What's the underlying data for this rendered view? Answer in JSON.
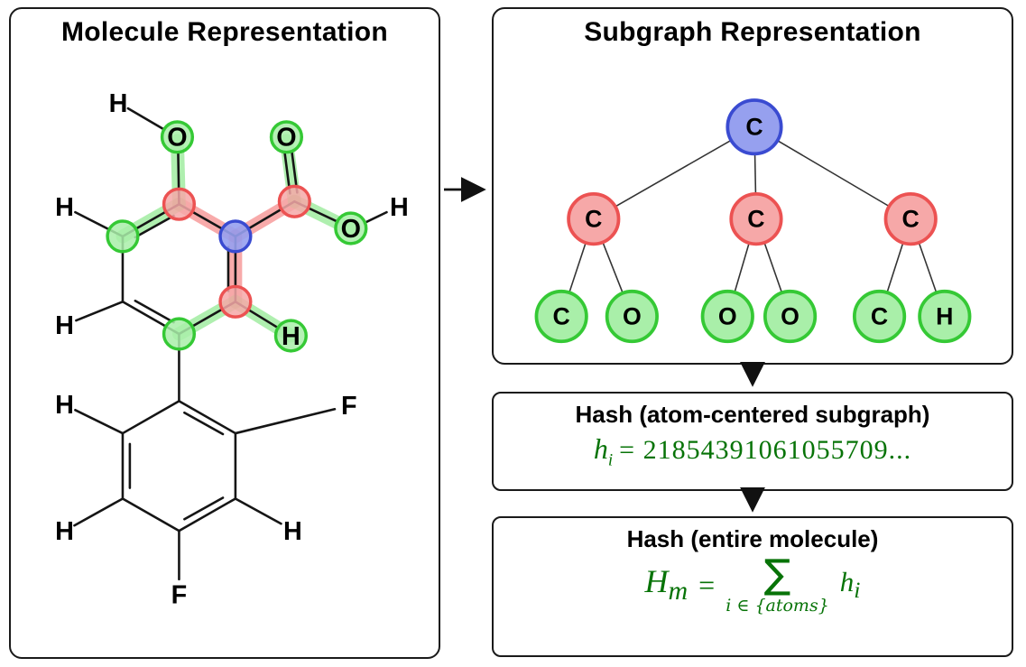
{
  "colors": {
    "highlight_green": "#35c935",
    "highlight_green_fill": "#a9efa9",
    "highlight_red": "#ec5252",
    "highlight_red_fill": "#f6a8a8",
    "highlight_blue": "#3a4bd1",
    "highlight_blue_fill": "#96a0ef",
    "bond_highlight_green": "rgba(110,225,110,0.55)",
    "bond_highlight_red": "rgba(242,100,100,0.55)",
    "formula_green": "#077307"
  },
  "molecule_panel": {
    "title": "Molecule Representation",
    "atom_labels": {
      "hydroxyl_h": "H",
      "hydroxyl_o": "O",
      "carbonyl_o": "O",
      "acid_o": "O",
      "acid_h": "H",
      "ring1_h_left_top": "H",
      "ring1_h_left_bottom": "H",
      "ring1_h_right": "H",
      "ring2_h_left_top": "H",
      "ring2_f_right": "F",
      "ring2_h_left_bottom": "H",
      "ring2_h_right_bottom": "H",
      "ring2_f_bottom": "F"
    }
  },
  "subgraph_panel": {
    "title": "Subgraph Representation",
    "tree": {
      "root": "C",
      "children": [
        "C",
        "C",
        "C"
      ],
      "leaves": [
        "C",
        "O",
        "O",
        "O",
        "C",
        "H"
      ]
    }
  },
  "hash_subgraph_box": {
    "title": "Hash (atom-centered subgraph)",
    "formula_var": "h",
    "formula_sub": "i",
    "formula_rest": "= 21854391061055709..."
  },
  "hash_molecule_box": {
    "title": "Hash (entire molecule)",
    "lhs_var": "H",
    "lhs_sub": "m",
    "equals": "=",
    "sum_symbol": "∑",
    "sum_limits": "i ∈ {atoms}",
    "rhs_var": "h",
    "rhs_sub": "i"
  }
}
